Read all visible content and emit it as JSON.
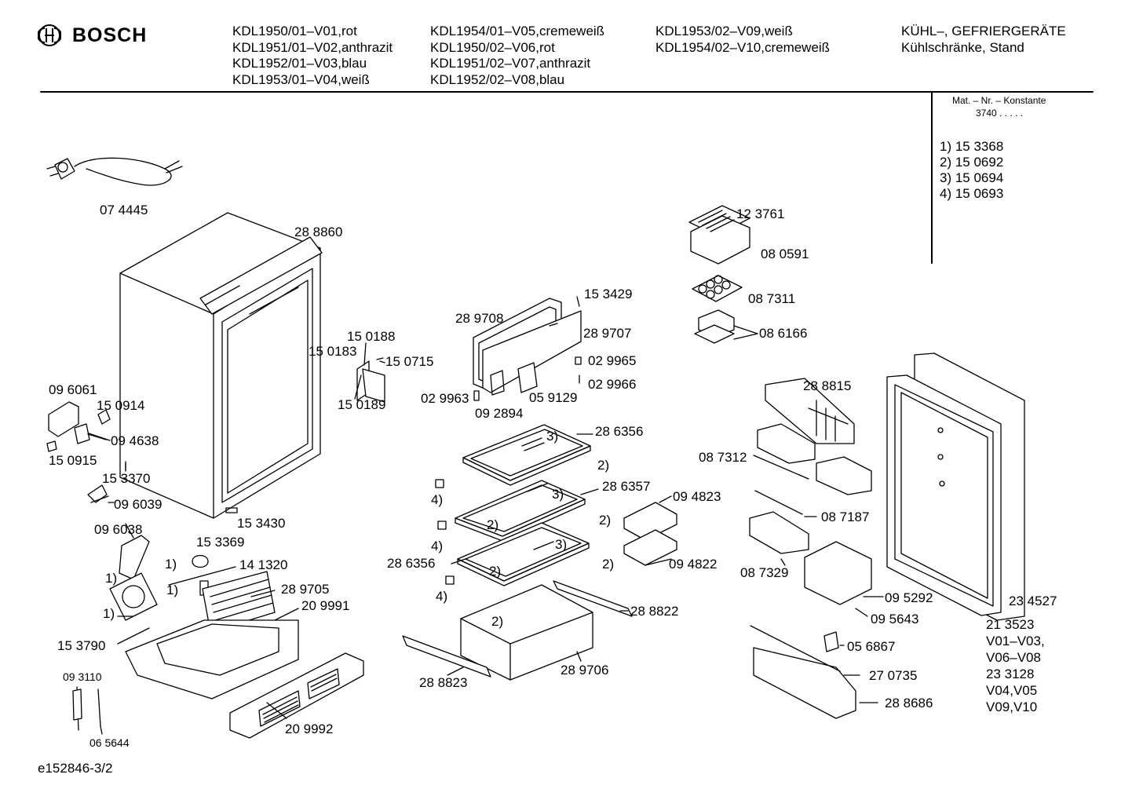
{
  "header": {
    "brand": "BOSCH",
    "models_col1": [
      "KDL1950/01–V01,rot",
      "KDL1951/01–V02,anthrazit",
      "KDL1952/01–V03,blau",
      "KDL1953/01–V04,weiß"
    ],
    "models_col2": [
      "KDL1954/01–V05,cremeweiß",
      "KDL1950/02–V06,rot",
      "KDL1951/02–V07,anthrazit",
      "KDL1952/02–V08,blau"
    ],
    "models_col3": [
      "KDL1953/02–V09,weiß",
      "KDL1954/02–V10,cremeweiß"
    ],
    "category": "KÜHL–, GEFRIERGERÄTE",
    "subcategory": "Kühlschränke, Stand"
  },
  "constants": {
    "title": "Mat. – Nr. – Konstante",
    "value": "3740  .  .  .  .  .",
    "items": [
      "1) 15 3368",
      "2) 15 0692",
      "3) 15 0694",
      "4) 15 0693"
    ]
  },
  "parts": {
    "p074445": "07 4445",
    "p288860": "28 8860",
    "p150188": "15 0188",
    "p150183": "15 0183",
    "p150715": "15 0715",
    "p150189": "15 0189",
    "p096061": "09 6061",
    "p150914": "15 0914",
    "p094638": "09 4638",
    "p150915": "15 0915",
    "p153370": "15 3370",
    "p096039": "09 6039",
    "p153430": "15 3430",
    "p096038": "09 6038",
    "p153369": "15 3369",
    "p141320": "14 1320",
    "p289705": "28 9705",
    "p209991": "20 9991",
    "p153790": "15 3790",
    "p093110": "09 3110",
    "p065644": "06 5644",
    "p209992": "20 9992",
    "p289708": "28 9708",
    "p153429": "15 3429",
    "p289707": "28 9707",
    "p029965": "02 9965",
    "p029966": "02 9966",
    "p029963": "02 9963",
    "p092894": "09 2894",
    "p059129": "05 9129",
    "p286356a": "28 6356",
    "p286357": "28 6357",
    "p286356b": "28 6356",
    "p094823": "09 4823",
    "p094822": "09 4822",
    "p288822": "28 8822",
    "p289706": "28 9706",
    "p288823": "28 8823",
    "p123761": "12 3761",
    "p080591": "08 0591",
    "p087311": "08 7311",
    "p086166": "08 6166",
    "p288815": "28 8815",
    "p087312": "08 7312",
    "p087187": "08 7187",
    "p087329": "08 7329",
    "p095292": "09 5292",
    "p095643": "09 5643",
    "p056867": "05 6867",
    "p270735": "27 0735",
    "p288686": "28 8686",
    "p234527": "23 4527",
    "variants": [
      "21 3523",
      "V01–V03,",
      "V06–V08",
      "23 3128",
      "V04,V05",
      "V09,V10"
    ]
  },
  "callouts": {
    "c1": "1)",
    "c2": "2)",
    "c3": "3)",
    "c4": "4)"
  },
  "footer": {
    "doc_id": "e152846-3/2"
  }
}
